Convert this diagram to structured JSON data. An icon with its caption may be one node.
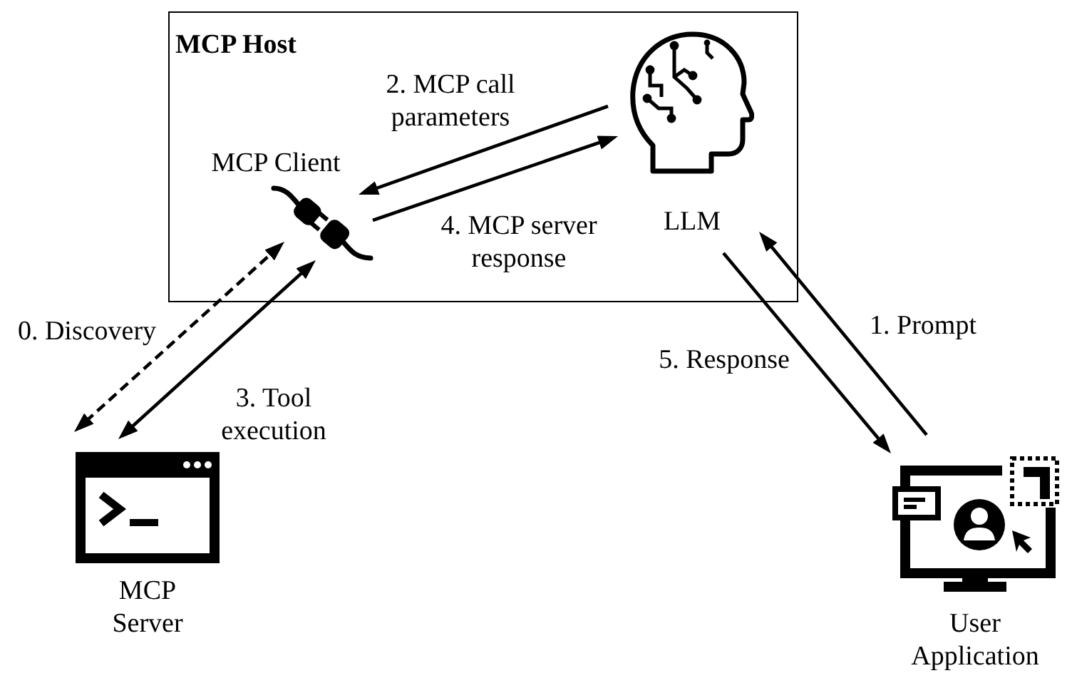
{
  "diagram": {
    "nodes": [
      {
        "text": [
          "MCP Host"
        ]
      },
      {
        "text": [
          "MCP Client"
        ],
        "in": 0
      },
      {
        "text": [
          "LLM"
        ],
        "in": 0
      },
      {
        "text": [
          "MCP Server"
        ]
      },
      {
        "text": [
          "User Application"
        ]
      }
    ],
    "edges": [
      {
        "from": 1,
        "to": 3,
        "arrow": "both",
        "label": "0. Discovery",
        "style": "dashed"
      },
      {
        "from": 4,
        "to": 2,
        "arrow": "to",
        "label": "1. Prompt"
      },
      {
        "from": 2,
        "to": 1,
        "arrow": "to",
        "label": "2. MCP call parameters"
      },
      {
        "from": 1,
        "to": 3,
        "arrow": "both",
        "label": "3. Tool execution"
      },
      {
        "from": 1,
        "to": 2,
        "arrow": "to",
        "label": "4. MCP server response"
      },
      {
        "from": 2,
        "to": 4,
        "arrow": "to",
        "label": "5. Response"
      }
    ]
  }
}
